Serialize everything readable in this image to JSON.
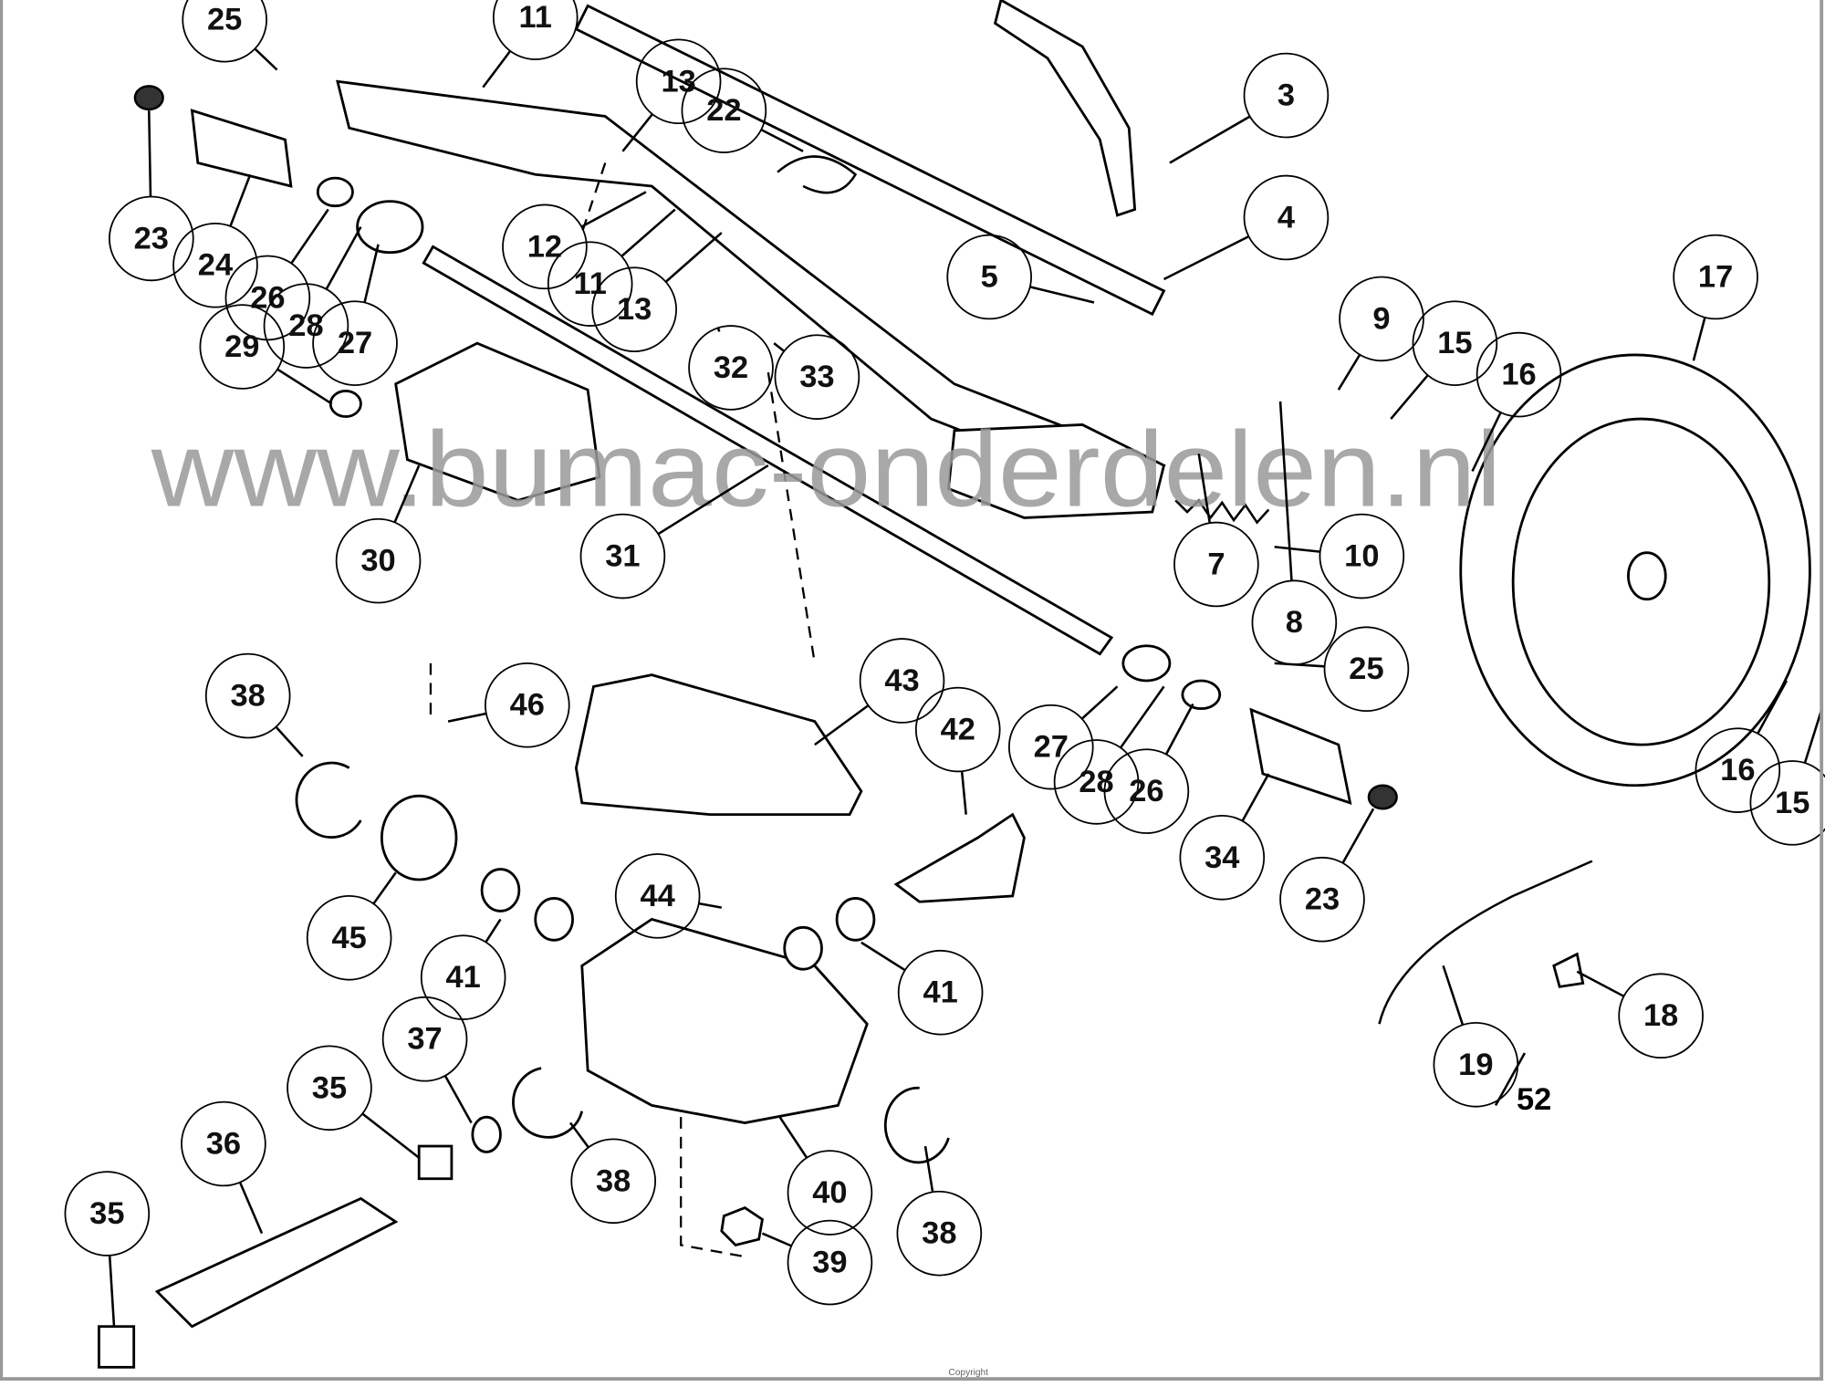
{
  "watermark": "www.bumac-onderdelen.nl",
  "copyright": "Copyright",
  "extra_label_52": "52",
  "callouts": [
    "25",
    "11",
    "3",
    "13",
    "22",
    "23",
    "24",
    "26",
    "28",
    "27",
    "12",
    "11",
    "13",
    "4",
    "5",
    "17",
    "9",
    "15",
    "16",
    "29",
    "32",
    "33",
    "8",
    "7",
    "30",
    "31",
    "10",
    "25",
    "38",
    "46",
    "43",
    "42",
    "27",
    "28",
    "26",
    "16",
    "15",
    "34",
    "23",
    "45",
    "41",
    "44",
    "41",
    "18",
    "37",
    "35",
    "36",
    "38",
    "40",
    "38",
    "19",
    "35",
    "39"
  ]
}
